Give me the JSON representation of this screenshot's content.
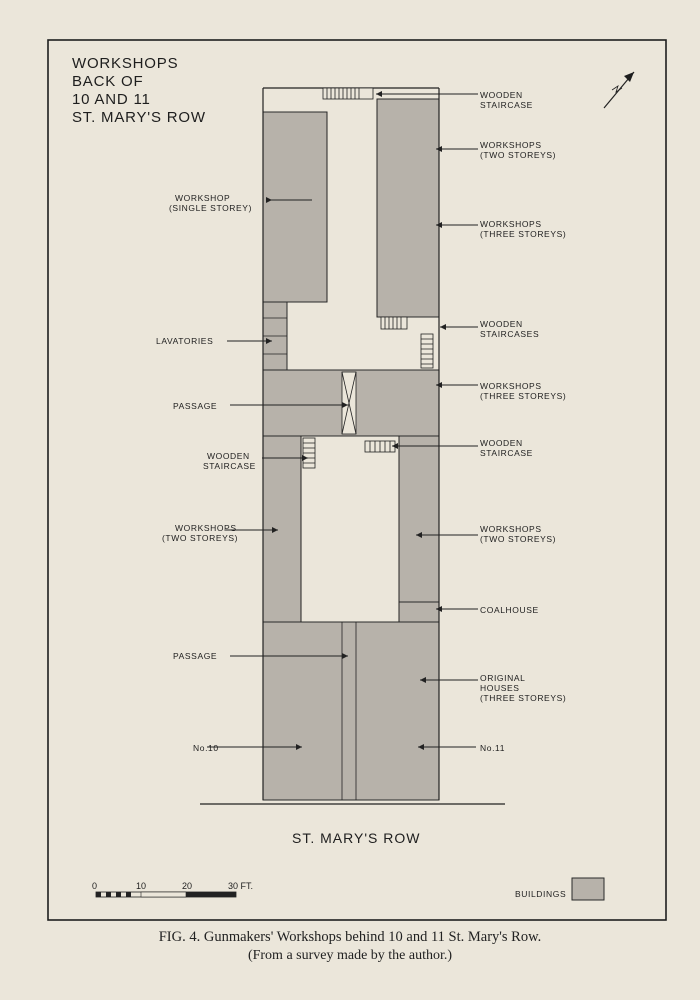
{
  "title": {
    "line1": "WORKSHOPS",
    "line2": "BACK OF",
    "line3": "10 AND 11",
    "line4": "ST. MARY'S ROW"
  },
  "labels": {
    "wooden_staircase_top": "WOODEN",
    "wooden_staircase_top_2": "STAIRCASE",
    "workshops_two_storeys_right_top_1": "WORKSHOPS",
    "workshops_two_storeys_right_top_2": "(TWO STOREYS)",
    "workshop_single_storey_1": "WORKSHOP",
    "workshop_single_storey_2": "(SINGLE STOREY)",
    "workshops_three_storeys_right_1": "WORKSHOPS",
    "workshops_three_storeys_right_2": "(THREE STOREYS)",
    "wooden_staircases_1": "WOODEN",
    "wooden_staircases_2": "STAIRCASES",
    "lavatories": "LAVATORIES",
    "workshops_three_storeys_mid_1": "WORKSHOPS",
    "workshops_three_storeys_mid_2": "(THREE STOREYS)",
    "passage_upper": "PASSAGE",
    "wooden_staircase_right_1": "WOODEN",
    "wooden_staircase_right_2": "STAIRCASE",
    "wooden_staircase_left_1": "WOODEN",
    "wooden_staircase_left_2": "STAIRCASE",
    "workshops_two_storeys_left_1": "WORKSHOPS",
    "workshops_two_storeys_left_2": "(TWO STOREYS)",
    "workshops_two_storeys_right_low_1": "WORKSHOPS",
    "workshops_two_storeys_right_low_2": "(TWO STOREYS)",
    "coalhouse": "COALHOUSE",
    "passage_lower": "PASSAGE",
    "original_houses_1": "ORIGINAL",
    "original_houses_2": "HOUSES",
    "original_houses_3": "(THREE STOREYS)",
    "no10": "No.10",
    "no11": "No.11"
  },
  "street": "ST. MARY'S ROW",
  "scale": {
    "ticks": [
      "0",
      "10",
      "20",
      "30 FT."
    ]
  },
  "legend": {
    "buildings": "BUILDINGS"
  },
  "caption": {
    "line1": "FIG. 4. Gunmakers' Workshops behind 10 and 11 St. Mary's Row.",
    "line2": "(From a survey made by the author.)"
  },
  "colors": {
    "paper": "#ebe6da",
    "building_fill": "#b7b2aa",
    "ink": "#1e1e1e"
  },
  "icons": {
    "north": "north-arrow-icon"
  }
}
